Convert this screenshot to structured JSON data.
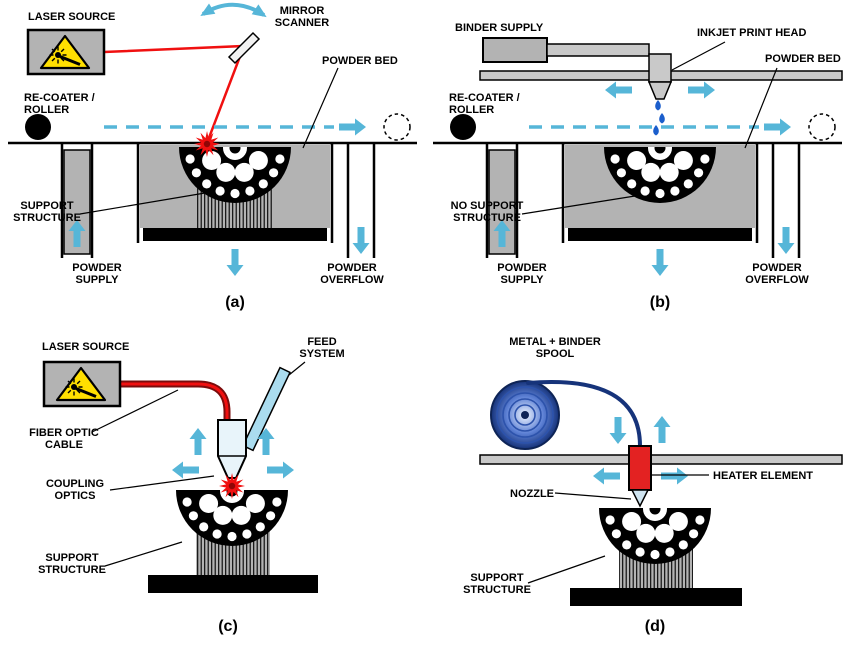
{
  "colors": {
    "cyan": "#56b6d8",
    "laser_red": "#f01010",
    "machine_gray": "#b3b3b3",
    "light_gray": "#c9c9c9",
    "warning_yellow": "#ffdf00",
    "droplet_blue": "#1b5ecc",
    "spool_blue": "#16337a",
    "fiber_red": "#7a0c0c",
    "heater_red": "#e32222",
    "feed_tube_blue": "#aadcef"
  },
  "panels": {
    "a": {
      "id_label": "(a)",
      "laser_source": "LASER SOURCE",
      "mirror_scanner_line1": "MIRROR",
      "mirror_scanner_line2": "SCANNER",
      "powder_bed": "POWDER BED",
      "recoater_line1": "RE-COATER /",
      "recoater_line2": "ROLLER",
      "support_line1": "SUPPORT",
      "support_line2": "STRUCTURE",
      "powder_supply_line1": "POWDER",
      "powder_supply_line2": "SUPPLY",
      "powder_overflow_line1": "POWDER",
      "powder_overflow_line2": "OVERFLOW"
    },
    "b": {
      "id_label": "(b)",
      "binder_supply": "BINDER SUPPLY",
      "inkjet_print_head": "INKJET PRINT HEAD",
      "powder_bed": "POWDER BED",
      "recoater_line1": "RE-COATER /",
      "recoater_line2": "ROLLER",
      "no_support_line1": "NO SUPPORT",
      "no_support_line2": "STRUCTURE",
      "powder_supply_line1": "POWDER",
      "powder_supply_line2": "SUPPLY",
      "powder_overflow_line1": "POWDER",
      "powder_overflow_line2": "OVERFLOW"
    },
    "c": {
      "id_label": "(c)",
      "laser_source": "LASER SOURCE",
      "feed_system_line1": "FEED",
      "feed_system_line2": "SYSTEM",
      "fiber_optic_cable_line1": "FIBER OPTIC",
      "fiber_optic_cable_line2": "CABLE",
      "coupling_optics_line1": "COUPLING",
      "coupling_optics_line2": "OPTICS",
      "support_line1": "SUPPORT",
      "support_line2": "STRUCTURE"
    },
    "d": {
      "id_label": "(d)",
      "spool_line1": "METAL + BINDER",
      "spool_line2": "SPOOL",
      "heater_element": "HEATER ELEMENT",
      "nozzle": "NOZZLE",
      "support_line1": "SUPPORT",
      "support_line2": "STRUCTURE"
    }
  }
}
